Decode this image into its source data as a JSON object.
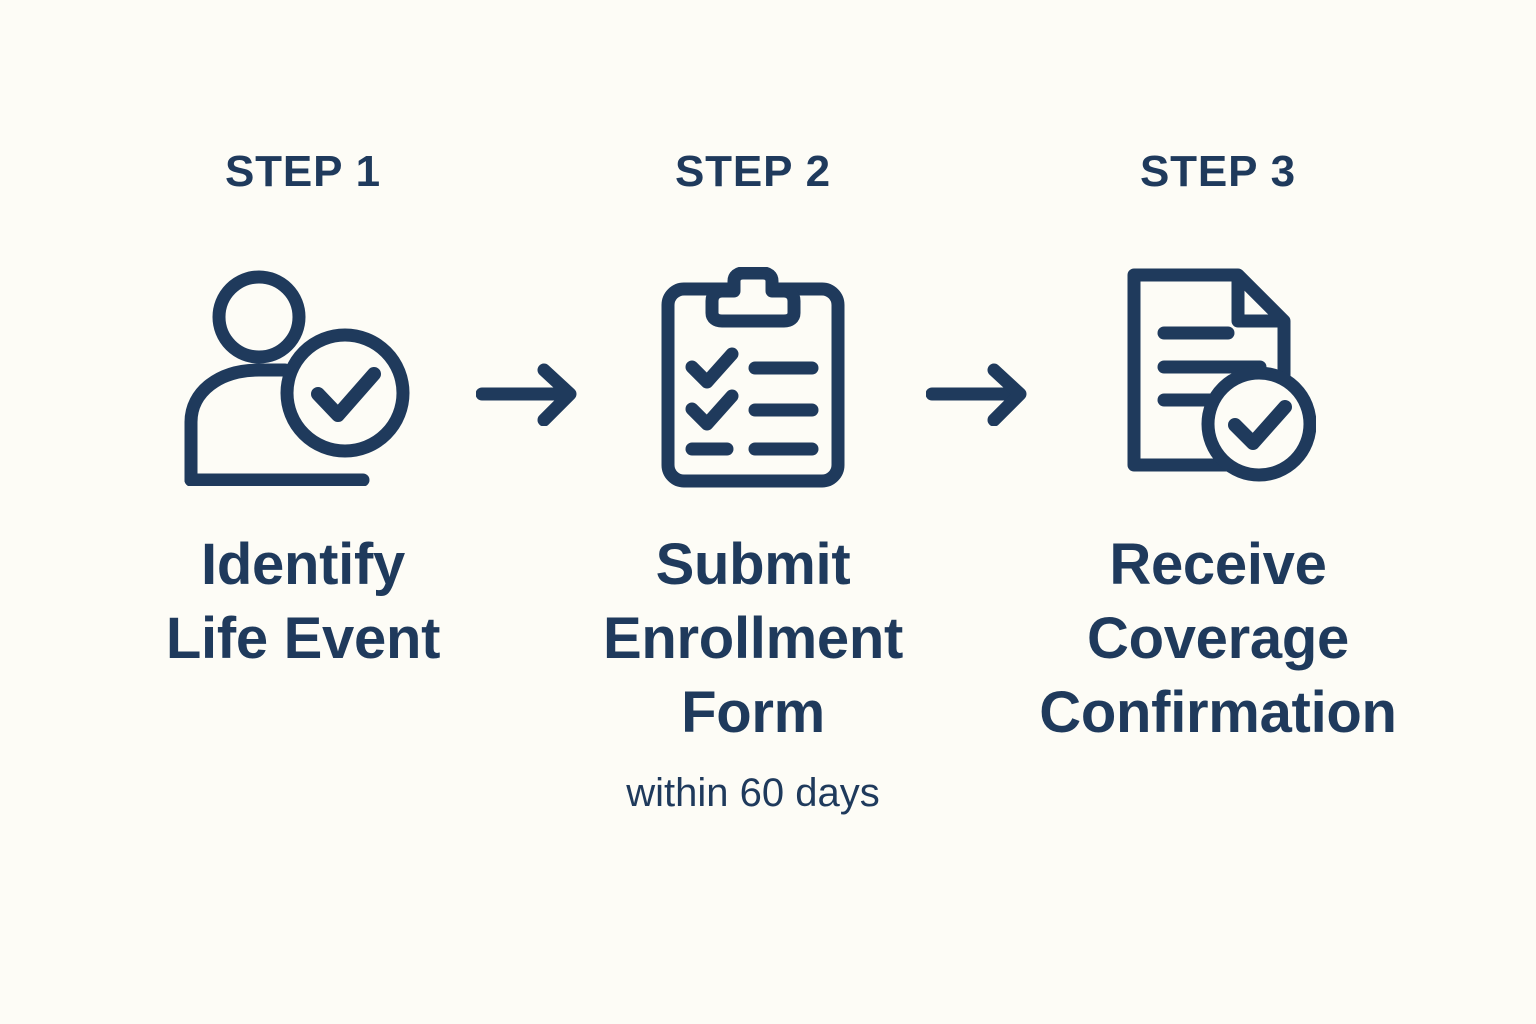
{
  "page": {
    "background_color": "#fdfcf6",
    "ink_color": "#1f3a5c",
    "type": "process-infographic",
    "step_count": 3
  },
  "steps": [
    {
      "eyebrow": "STEP 1",
      "icon": "person-check-icon",
      "title_lines": [
        "Identify",
        "Life Event"
      ],
      "note": ""
    },
    {
      "eyebrow": "STEP 2",
      "icon": "clipboard-checklist-icon",
      "title_lines": [
        "Submit",
        "Enrollment",
        "Form"
      ],
      "note": "within 60 days"
    },
    {
      "eyebrow": "STEP 3",
      "icon": "document-check-icon",
      "title_lines": [
        "Receive",
        "Coverage",
        "Confirmation"
      ],
      "note": ""
    }
  ],
  "connectors": [
    {
      "icon": "arrow-right-icon"
    },
    {
      "icon": "arrow-right-icon"
    }
  ]
}
